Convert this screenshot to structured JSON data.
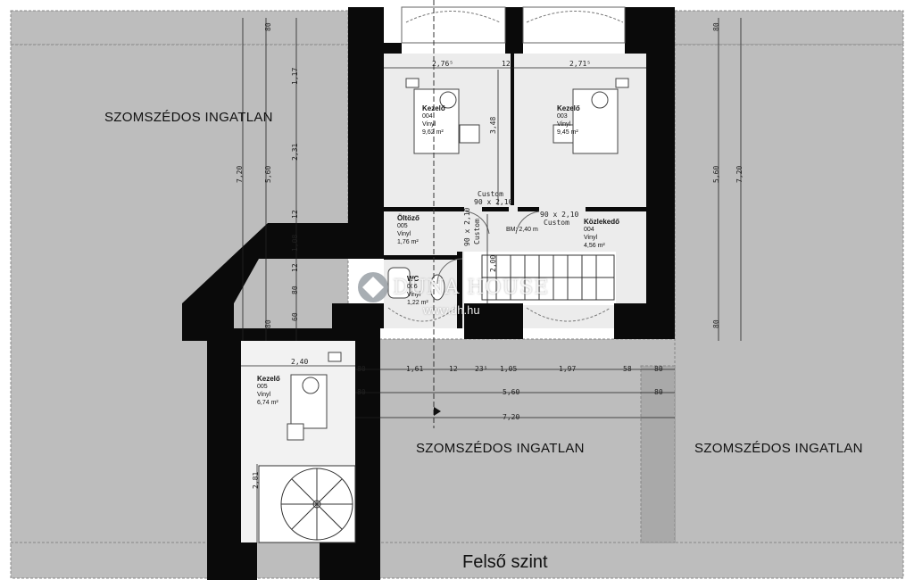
{
  "neighbors": {
    "top_left": "SZOMSZÉDOS INGATLAN",
    "bottom_center": "SZOMSZÉDOS INGATLAN",
    "bottom_right": "SZOMSZÉDOS INGATLAN"
  },
  "level_label": "Felső szint",
  "rooms": [
    {
      "name": "Kezelő",
      "code": "004",
      "floor": "Vinyl",
      "area": "9,62 m²"
    },
    {
      "name": "Kezelő",
      "code": "003",
      "floor": "Vinyl",
      "area": "9,45 m²"
    },
    {
      "name": "Öltöző",
      "code": "005",
      "floor": "Vinyl",
      "area": "1,76 m²"
    },
    {
      "name": "Közlekedő",
      "code": "004",
      "floor": "Vinyl",
      "area": "4,56 m²"
    },
    {
      "name": "WC",
      "code": "006",
      "floor": "Vinyl",
      "area": "1,22 m²"
    },
    {
      "name": "Kezelő",
      "code": "005",
      "floor": "Vinyl",
      "area": "6,74 m²"
    }
  ],
  "annotations": {
    "bm": "BM: 2,40 m",
    "door_1": "90 x 2,10",
    "door_1_type": "Custom",
    "door_2": "90 x 2,10",
    "door_2_type": "Custom",
    "door_3": "90 x 2,10",
    "door_3_type": "Custom"
  },
  "dimensions": {
    "top_a": "2,76⁵",
    "top_mid": "12",
    "top_b": "2,71⁵",
    "v_348": "3,48",
    "v_200": "2,00",
    "left_80_top": "80",
    "left_117": "1,17",
    "left_231": "2,31",
    "left_12a": "12",
    "left_108": "1,08",
    "left_12b": "12",
    "left_80_mid": "80",
    "left_60": "60",
    "left_80_low": "80",
    "left_560": "5,60",
    "left_720": "7,20",
    "right_80_top": "80",
    "right_560": "5,60",
    "right_720": "7,20",
    "right_80_low": "80",
    "low_240": "2,40",
    "row1": [
      "80",
      "1,61",
      "12",
      "23⁵",
      "1,05",
      "1,97",
      "58",
      "80"
    ],
    "row2_left": "80",
    "row2_mid": "5,60",
    "row2_right": "80",
    "row3_mid": "7,20",
    "low_281": "2,81"
  },
  "watermark": {
    "brand": "DUNA HOUSE",
    "url": "www.dh.hu"
  }
}
